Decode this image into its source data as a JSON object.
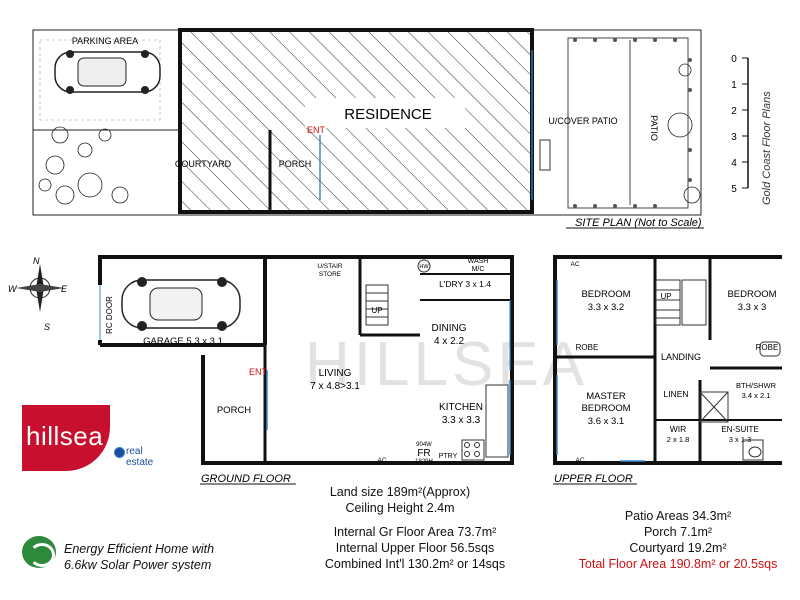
{
  "site_plan": {
    "labels": {
      "parking": "PARKING AREA",
      "residence": "RESIDENCE",
      "ent": "ENT",
      "courtyard": "COURTYARD",
      "porch": "PORCH",
      "cover_patio": "U/COVER PATIO",
      "patio": "PATIO"
    },
    "caption": "SITE PLAN (Not to Scale)",
    "scale_ticks": [
      "0",
      "1",
      "2",
      "3",
      "4",
      "5"
    ],
    "watermark_vertical": "Gold Coast Floor Plans"
  },
  "ground_floor": {
    "caption": "GROUND FLOOR",
    "rooms": {
      "rc_door": "RC DOOR",
      "garage": "GARAGE 5.3 x 3.1",
      "ent": "ENT",
      "porch": "PORCH",
      "living_name": "LIVING",
      "living_dim": "7 x 4.8>3.1",
      "dining_name": "DINING",
      "dining_dim": "4 x 2.2",
      "kitchen_name": "KITCHEN",
      "kitchen_dim": "3.3 x 3.3",
      "ldry": "L'DRY 3 x 1.4",
      "wash": "WASH",
      "mc": "M/C",
      "hw": "HW",
      "stair_store_1": "U/STAIR",
      "stair_store_2": "STORE",
      "up": "UP",
      "ac": "AC",
      "fr": "FR",
      "fr_w": "904W",
      "fr_h": "1829H",
      "ptry": "PTRY"
    }
  },
  "upper_floor": {
    "caption": "UPPER FLOOR",
    "rooms": {
      "ac1": "AC",
      "ac2": "AC",
      "bedroom1_name": "BEDROOM",
      "bedroom1_dim": "3.3 x 3.2",
      "bedroom2_name": "BEDROOM",
      "bedroom2_dim": "3.3 x 3",
      "up": "UP",
      "robe1": "ROBE",
      "robe2": "ROBE",
      "landing": "LANDING",
      "master_name1": "MASTER",
      "master_name2": "BEDROOM",
      "master_dim": "3.6 x 3.1",
      "linen": "LINEN",
      "bth": "BTH/SHWR",
      "bth_dim": "3.4 x 2.1",
      "wir": "WIR",
      "wir_dim": "2 x 1.8",
      "ensuite": "EN-SUITE",
      "ensuite_dim": "3 x 1.3"
    }
  },
  "compass": {
    "n": "N",
    "e": "E",
    "s": "S",
    "w": "W"
  },
  "watermark": "HILLSEA",
  "brand": {
    "name": "hillsea",
    "sub": "real estate"
  },
  "energy": {
    "line1": "Energy Efficient Home with",
    "line2": "6.6kw Solar Power system"
  },
  "summary_left": {
    "land": "Land size 189m²(Approx)",
    "ceiling": "Ceiling Height 2.4m",
    "internal_gr": "Internal Gr Floor Area 73.7m²",
    "internal_upper": "Internal Upper Floor 56.5sqs",
    "combined": "Combined Int'l 130.2m² or 14sqs"
  },
  "summary_right": {
    "patio": "Patio Areas 34.3m²",
    "porch": "Porch 7.1m²",
    "courtyard": "Courtyard 19.2m²",
    "total": "Total Floor Area 190.8m² or 20.5sqs"
  }
}
